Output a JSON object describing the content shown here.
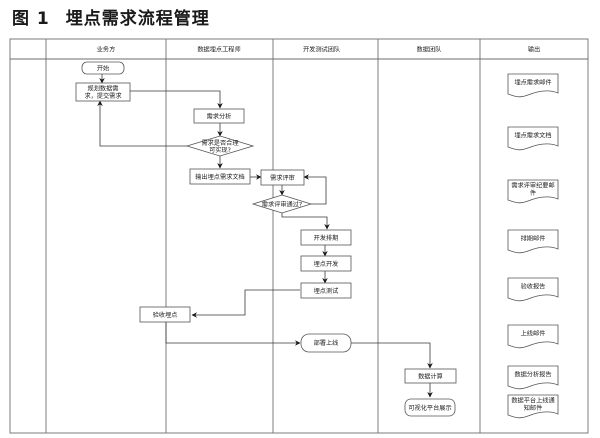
{
  "figure": {
    "number": "图 1",
    "title": "埋点需求流程管理"
  },
  "lanes": [
    {
      "label": ""
    },
    {
      "label": "业务方"
    },
    {
      "label": "数据埋点工程师"
    },
    {
      "label": "开发测试团队"
    },
    {
      "label": "数据团队"
    },
    {
      "label": "输出"
    }
  ],
  "nodes": {
    "start": {
      "type": "terminal",
      "label": "开始"
    },
    "plan": {
      "type": "process",
      "lines": [
        "规划数据需",
        "求，提交需求"
      ]
    },
    "analyze": {
      "type": "process",
      "label": "需求分析"
    },
    "feasible": {
      "type": "decision",
      "lines": [
        "需求是否合理",
        "可实现?"
      ]
    },
    "output_doc": {
      "type": "process",
      "label": "输出埋点需求文档"
    },
    "review": {
      "type": "process",
      "label": "需求评审"
    },
    "review_pass": {
      "type": "decision",
      "label": "需求评审通过?"
    },
    "schedule": {
      "type": "process",
      "label": "开发排期"
    },
    "develop": {
      "type": "process",
      "label": "埋点开发"
    },
    "test": {
      "type": "process",
      "label": "埋点测试"
    },
    "accept": {
      "type": "process",
      "label": "验收埋点"
    },
    "deploy": {
      "type": "terminal",
      "label": "部署上线"
    },
    "compute": {
      "type": "process",
      "label": "数据计算"
    },
    "visualize": {
      "type": "terminal",
      "label": "可视化平台展示"
    }
  },
  "outputs": [
    {
      "lines": [
        "埋点需求邮件"
      ]
    },
    {
      "lines": [
        "埋点需求文档"
      ]
    },
    {
      "lines": [
        "需求评审纪要邮",
        "件"
      ]
    },
    {
      "lines": [
        "排期邮件"
      ]
    },
    {
      "lines": [
        "验收报告"
      ]
    },
    {
      "lines": [
        "上线邮件"
      ]
    },
    {
      "lines": [
        "数据分析报告"
      ]
    },
    {
      "lines": [
        "数据平台上线通",
        "知邮件"
      ]
    }
  ],
  "colors": {
    "line": "#6e6e6e",
    "arrow": "#1a1a1a",
    "text": "#222222"
  }
}
